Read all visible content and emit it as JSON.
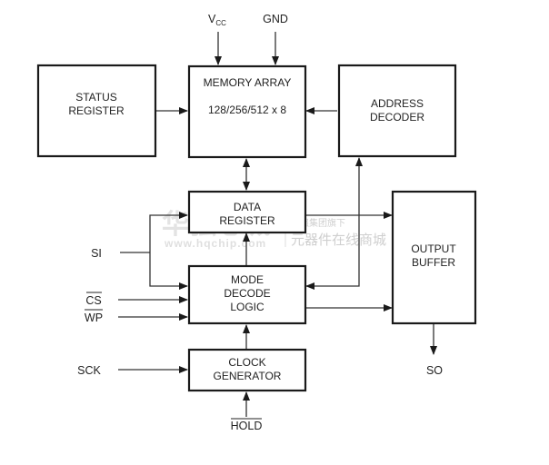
{
  "diagram": {
    "blocks": {
      "status_register": [
        "STATUS",
        "REGISTER"
      ],
      "memory_array": [
        "MEMORY ARRAY",
        "128/256/512 x 8"
      ],
      "address_decoder": [
        "ADDRESS",
        "DECODER"
      ],
      "data_register": [
        "DATA",
        "REGISTER"
      ],
      "mode_decode_logic": [
        "MODE",
        "DECODE",
        "LOGIC"
      ],
      "clock_generator": [
        "CLOCK",
        "GENERATOR"
      ],
      "output_buffer": [
        "OUTPUT",
        "BUFFER"
      ]
    },
    "signals": {
      "vcc": "V",
      "vcc_sub": "CC",
      "gnd": "GND",
      "si": "SI",
      "cs": "CS",
      "wp": "WP",
      "sck": "SCK",
      "hold": "HOLD",
      "so": "SO"
    },
    "connections": [
      {
        "from": "VCC",
        "to": "MEMORY ARRAY"
      },
      {
        "from": "GND",
        "to": "MEMORY ARRAY"
      },
      {
        "from": "STATUS REGISTER",
        "to": "MEMORY ARRAY"
      },
      {
        "from": "ADDRESS DECODER",
        "to": "MEMORY ARRAY"
      },
      {
        "from": "MEMORY ARRAY",
        "to": "DATA REGISTER",
        "bidirectional": true
      },
      {
        "from": "SI",
        "to": "DATA REGISTER"
      },
      {
        "from": "SI",
        "to": "MODE DECODE LOGIC"
      },
      {
        "from": "CS",
        "to": "MODE DECODE LOGIC"
      },
      {
        "from": "WP",
        "to": "MODE DECODE LOGIC"
      },
      {
        "from": "MODE DECODE LOGIC",
        "to": "DATA REGISTER"
      },
      {
        "from": "MODE DECODE LOGIC",
        "to": "ADDRESS DECODER",
        "bidirectional": true
      },
      {
        "from": "DATA REGISTER",
        "to": "OUTPUT BUFFER"
      },
      {
        "from": "MODE DECODE LOGIC",
        "to": "OUTPUT BUFFER"
      },
      {
        "from": "CLOCK GENERATOR",
        "to": "MODE DECODE LOGIC"
      },
      {
        "from": "SCK",
        "to": "CLOCK GENERATOR"
      },
      {
        "from": "HOLD",
        "to": "CLOCK GENERATOR"
      },
      {
        "from": "OUTPUT BUFFER",
        "to": "SO"
      }
    ]
  },
  "watermark": {
    "brand": "华强芯城",
    "url": "www.hqchip.com",
    "tagline": "华强集团旗下",
    "slogan": "元器件在线商城"
  }
}
